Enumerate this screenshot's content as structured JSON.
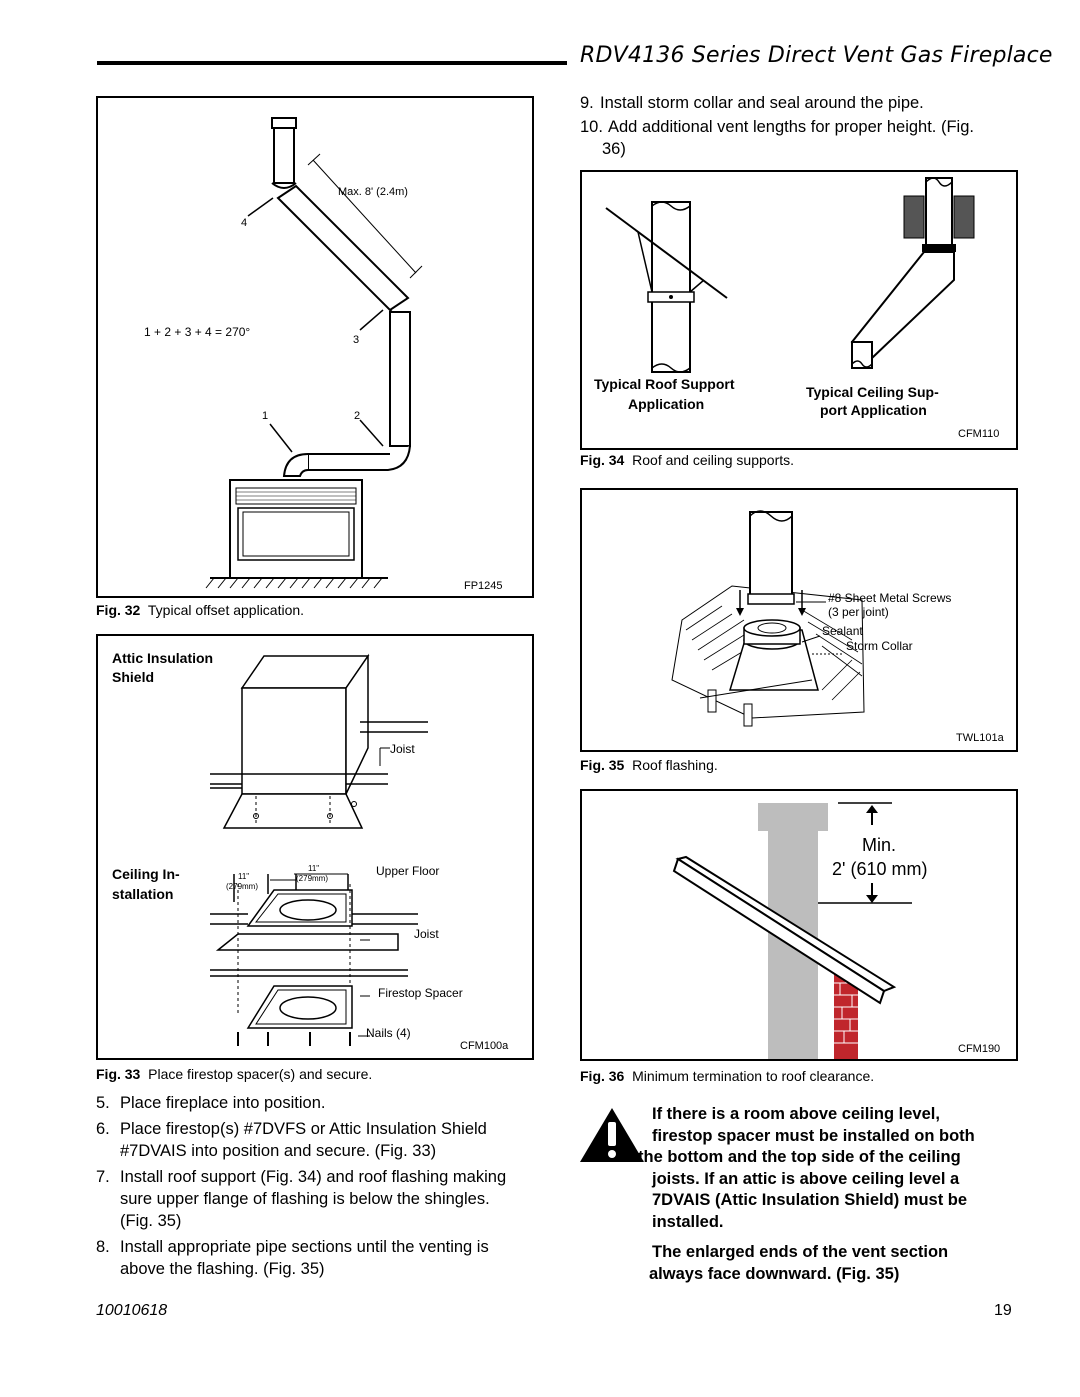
{
  "header": {
    "title": "RDV4136 Series Direct Vent Gas Fireplace"
  },
  "fig32": {
    "max_label": "Max. 8' (2.4m)",
    "angle_label": "1 + 2 + 3 + 4 = 270°",
    "n1": "1",
    "n2": "2",
    "n3": "3",
    "n4": "4",
    "code": "FP1245",
    "caption_num": "Fig. 32",
    "caption_text": "Typical offset application."
  },
  "fig33": {
    "attic_label_1": "Attic Insulation",
    "attic_label_2": "Shield",
    "joist_top": "Joist",
    "ceiling_label_1": "Ceiling In-",
    "ceiling_label_2": "stallation",
    "dim_left": "11\"",
    "dim_left_mm": "(279mm)",
    "dim_right": "11\"",
    "dim_right_mm": "(279mm)",
    "upper_floor": "Upper Floor",
    "joist_bottom": "Joist",
    "firestop_spacer": "Firestop Spacer",
    "nails": "Nails (4)",
    "code": "CFM100a",
    "caption_num": "Fig. 33",
    "caption_text": "Place firestop spacer(s) and secure."
  },
  "steps_top": [
    {
      "num": "9.",
      "text": "Install storm collar and seal around the pipe."
    },
    {
      "num": "10.",
      "text": "Add additional vent lengths for proper height. (Fig.",
      "text2": "36)"
    }
  ],
  "fig34": {
    "left_label_1": "Typical Roof Support",
    "left_label_2": "Application",
    "right_label_1": "Typical Ceiling Sup-",
    "right_label_2": "port Application",
    "code": "CFM110",
    "caption_num": "Fig. 34",
    "caption_text": "Roof and ceiling supports."
  },
  "fig35": {
    "screws_1": "#8 Sheet Metal Screws",
    "screws_2": "(3 per joint)",
    "sealant": "Sealant",
    "storm_collar": "Storm Collar",
    "code": "TWL101a",
    "caption_num": "Fig. 35",
    "caption_text": "Roof flashing."
  },
  "fig36": {
    "min_label": "Min.",
    "min_value": "2' (610 mm)",
    "code": "CFM190",
    "caption_num": "Fig. 36",
    "caption_text": "Minimum termination to roof clearance."
  },
  "steps_bottom": [
    {
      "num": "5.",
      "lines": [
        "Place fireplace into position."
      ]
    },
    {
      "num": "6.",
      "lines": [
        "Place firestop(s) #7DVFS or Attic Insulation Shield",
        "#7DVAIS into position and secure. (Fig. 33)"
      ]
    },
    {
      "num": "7.",
      "lines": [
        "Install roof support (Fig. 34) and roof flashing making",
        "sure upper flange of flashing is below the shingles.",
        "(Fig. 35)"
      ]
    },
    {
      "num": "8.",
      "lines": [
        "Install appropriate pipe sections until the venting is",
        "above the flashing. (Fig. 35)"
      ]
    }
  ],
  "warning": {
    "lines": [
      "If there is a room above ceiling level,",
      "firestop spacer must be installed on both",
      "the bottom and the top side of the ceiling",
      "joists. If an attic is above ceiling level a",
      "7DVAIS (Attic Insulation Shield) must be",
      "installed."
    ],
    "lines2": [
      "The enlarged ends of the vent section",
      "always face downward.  (Fig. 35)"
    ]
  },
  "footer": {
    "doc_number": "10010618",
    "page_number": "19"
  },
  "colors": {
    "brick": "#c0262c",
    "pipe_gray": "#bdbdbd"
  }
}
